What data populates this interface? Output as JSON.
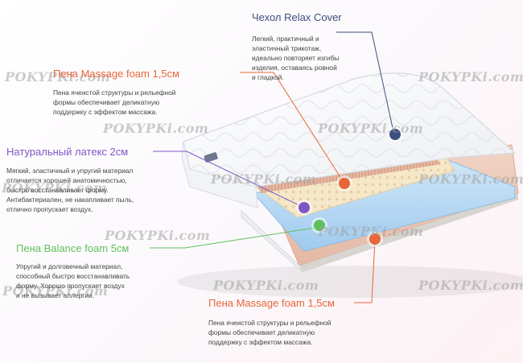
{
  "colors": {
    "cover": "#3d4f7d",
    "massage": "#e8663a",
    "latex": "#7f56c6",
    "balance": "#5fbf5a"
  },
  "watermark": "POKYPKi.com",
  "labels": {
    "cover": {
      "title": "Чехол Relax Cover",
      "lines": [
        "Легкий, практичный и",
        "эластичный трикотаж,",
        "идеально повторяет изгибы",
        "изделия, оставаясь ровной",
        "и гладкой."
      ]
    },
    "massage_top": {
      "title": "Пена Massage foam 1,5см",
      "lines": [
        "Пена ячеистой структуры и рельефной",
        "формы обеспечивает деликатную",
        "поддержку с эффектом массажа."
      ]
    },
    "latex": {
      "title": "Натуральный латекс 2см",
      "lines": [
        "Мягкий, эластичный и упругий материал",
        "отличается хорошей анатомичностью,",
        "быстро восстанавливает форму.",
        "Антибактериален, не накапливает пыль,",
        "отлично пропускает воздух."
      ]
    },
    "balance": {
      "title": "Пена Balance foam 5см",
      "lines": [
        "Упругий и долговечный материал,",
        "способный быстро восстанавливать",
        "форму. Хорошо пропускает воздух",
        "и не вызывает аллергии."
      ]
    },
    "massage_bottom": {
      "title": "Пена Massage foam 1,5см",
      "lines": [
        "Пена ячеистой структуры и рельефной",
        "формы обеспечивает деликатную",
        "поддержку с эффектом массажа."
      ]
    }
  }
}
